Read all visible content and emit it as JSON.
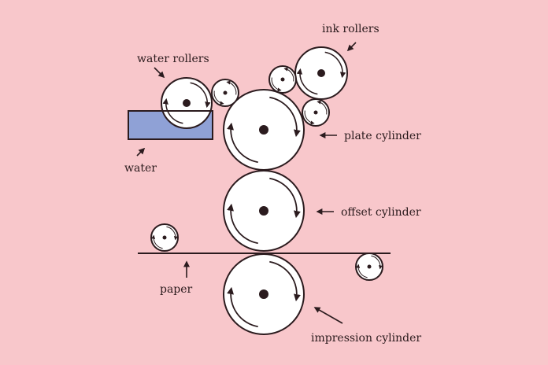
{
  "title": "Offset printing press diagram",
  "colors": {
    "background": "#f8c7cb",
    "roller_fill": "#ffffff",
    "stroke": "#2b1b1e",
    "water": "#8fa1d6"
  },
  "labels": {
    "water_rollers": "water rollers",
    "ink_rollers": "ink rollers",
    "plate_cylinder": "plate cylinder",
    "offset_cylinder": "offset cylinder",
    "impression_cylinder": "impression cylinder",
    "water": "water",
    "paper": "paper"
  },
  "components": [
    {
      "id": "plate-cylinder",
      "type": "cylinder",
      "rotation": "clockwise"
    },
    {
      "id": "offset-cylinder",
      "type": "cylinder",
      "rotation": "clockwise"
    },
    {
      "id": "impression-cylinder",
      "type": "cylinder",
      "rotation": "clockwise"
    },
    {
      "id": "water-roller-large",
      "type": "roller",
      "rotation": "clockwise"
    },
    {
      "id": "water-roller-small",
      "type": "roller",
      "rotation": "counterclockwise"
    },
    {
      "id": "ink-roller-large",
      "type": "roller",
      "rotation": "clockwise"
    },
    {
      "id": "ink-roller-small-left",
      "type": "roller",
      "rotation": "counterclockwise"
    },
    {
      "id": "ink-roller-small-lower",
      "type": "roller",
      "rotation": "counterclockwise"
    },
    {
      "id": "paper-roller-left",
      "type": "roller",
      "rotation": "clockwise"
    },
    {
      "id": "paper-roller-right",
      "type": "roller",
      "rotation": "clockwise"
    }
  ]
}
